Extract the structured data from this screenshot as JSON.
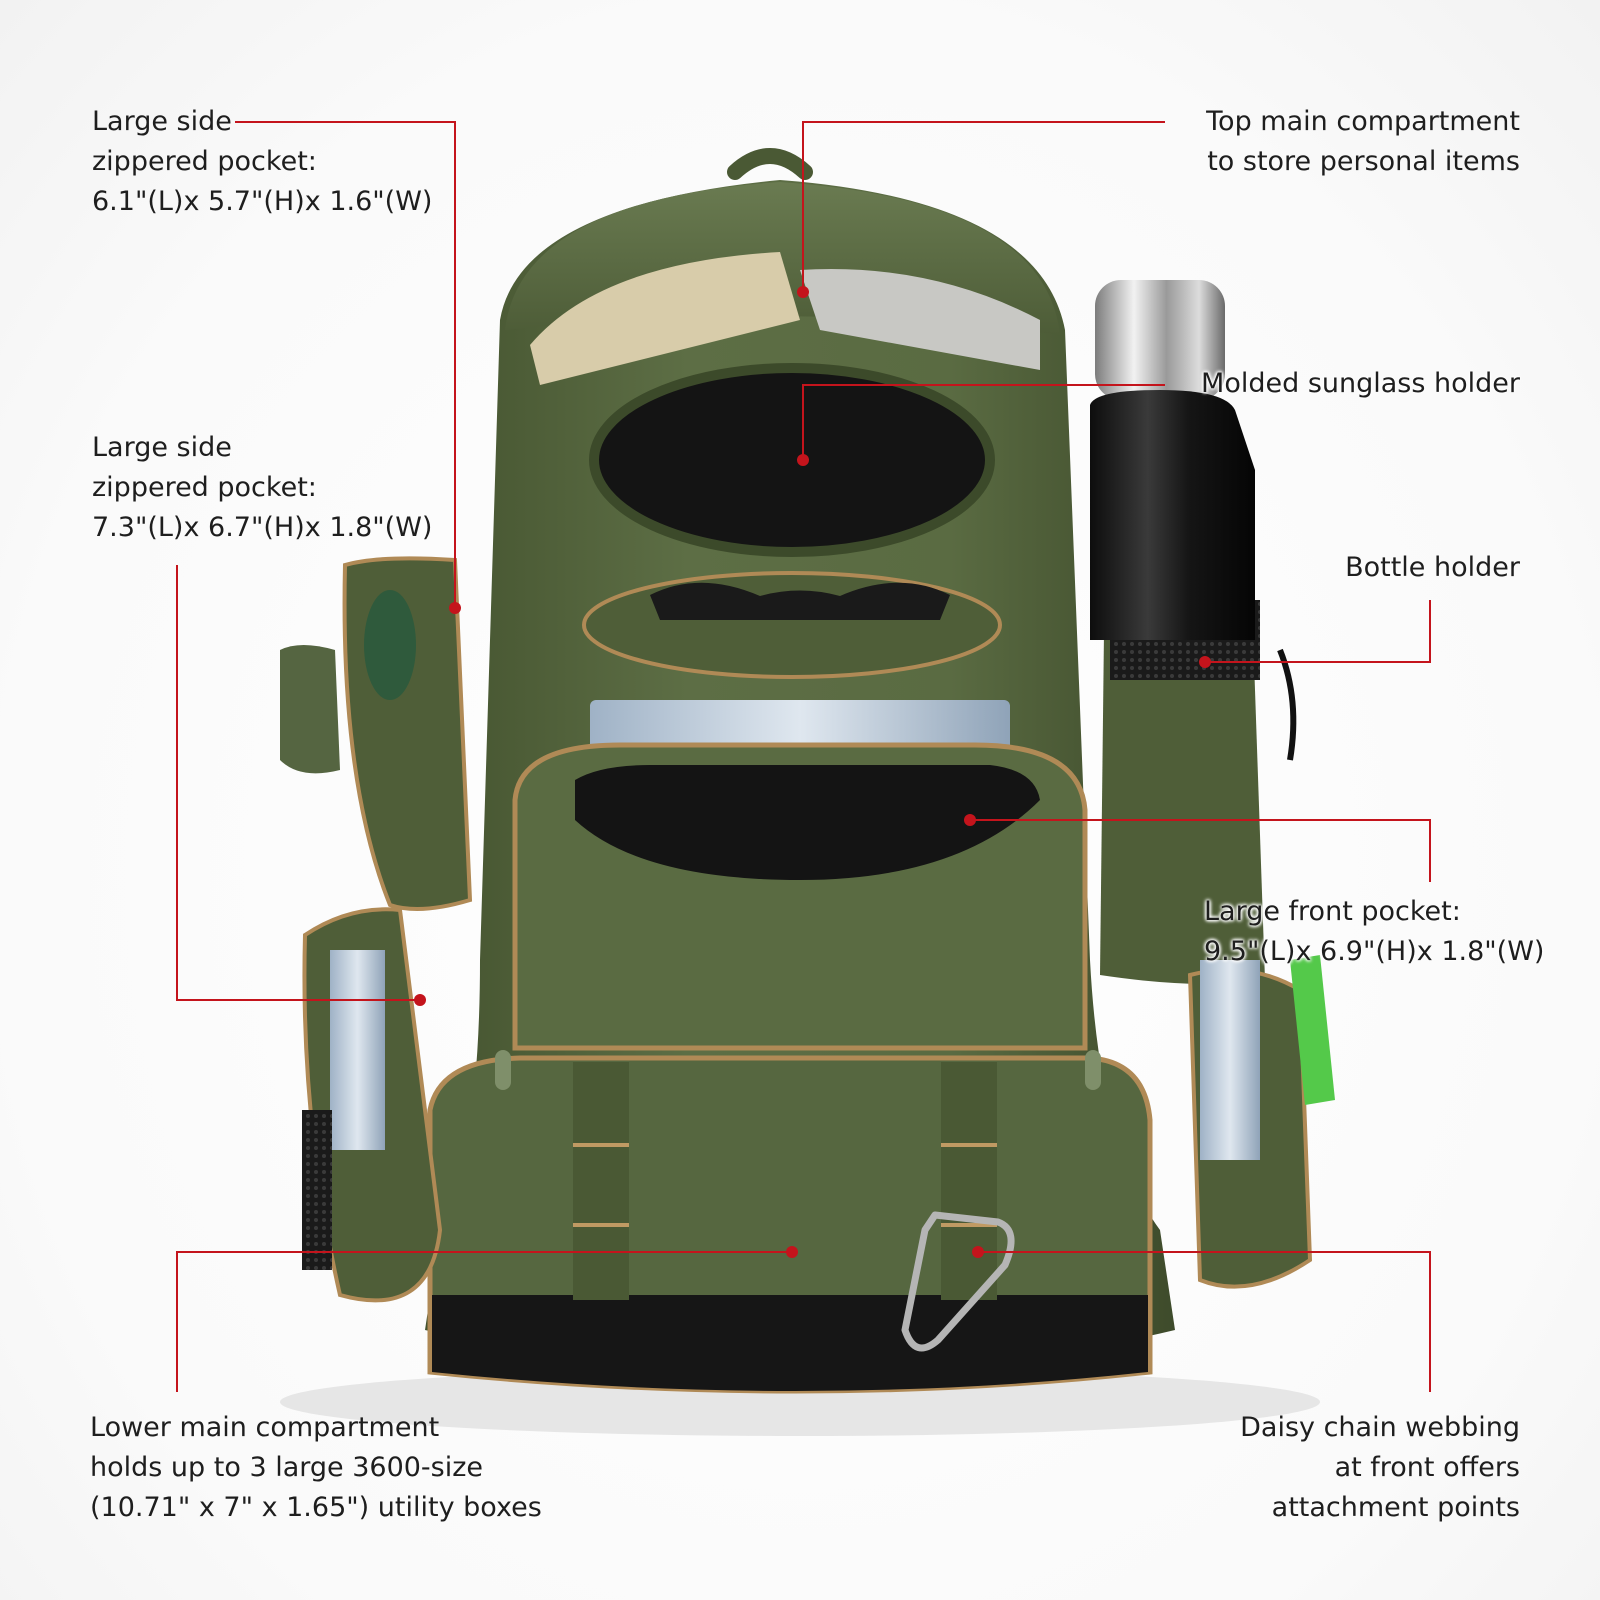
{
  "callouts": {
    "side_pocket_top": {
      "lines": [
        "Large side",
        "zippered pocket:",
        "6.1\"(L)x 5.7\"(H)x 1.6\"(W)"
      ]
    },
    "side_pocket_lower": {
      "lines": [
        "Large side",
        "zippered pocket:",
        "7.3\"(L)x 6.7\"(H)x 1.8\"(W)"
      ]
    },
    "top_main": {
      "lines": [
        "Top main compartment",
        "to store personal items"
      ]
    },
    "sunglass": {
      "lines": [
        "Molded sunglass holder"
      ]
    },
    "bottle": {
      "lines": [
        "Bottle holder"
      ]
    },
    "front_pocket": {
      "lines": [
        "Large front pocket:",
        "9.5\"(L)x 6.9\"(H)x 1.8\"(W)"
      ]
    },
    "lower_main": {
      "lines": [
        "Lower main compartment",
        "holds up to 3 large 3600-size",
        "(10.71\" x 7\" x 1.65\") utility boxes"
      ]
    },
    "daisy_chain": {
      "lines": [
        "Daisy chain webbing",
        "at front offers",
        "attachment points"
      ]
    }
  },
  "colors": {
    "leader": "#c4141c",
    "bag_green": "#5a6b42",
    "bag_green_dark": "#3f4d2c",
    "bag_trim": "#b08a56",
    "bag_black": "#161616"
  }
}
